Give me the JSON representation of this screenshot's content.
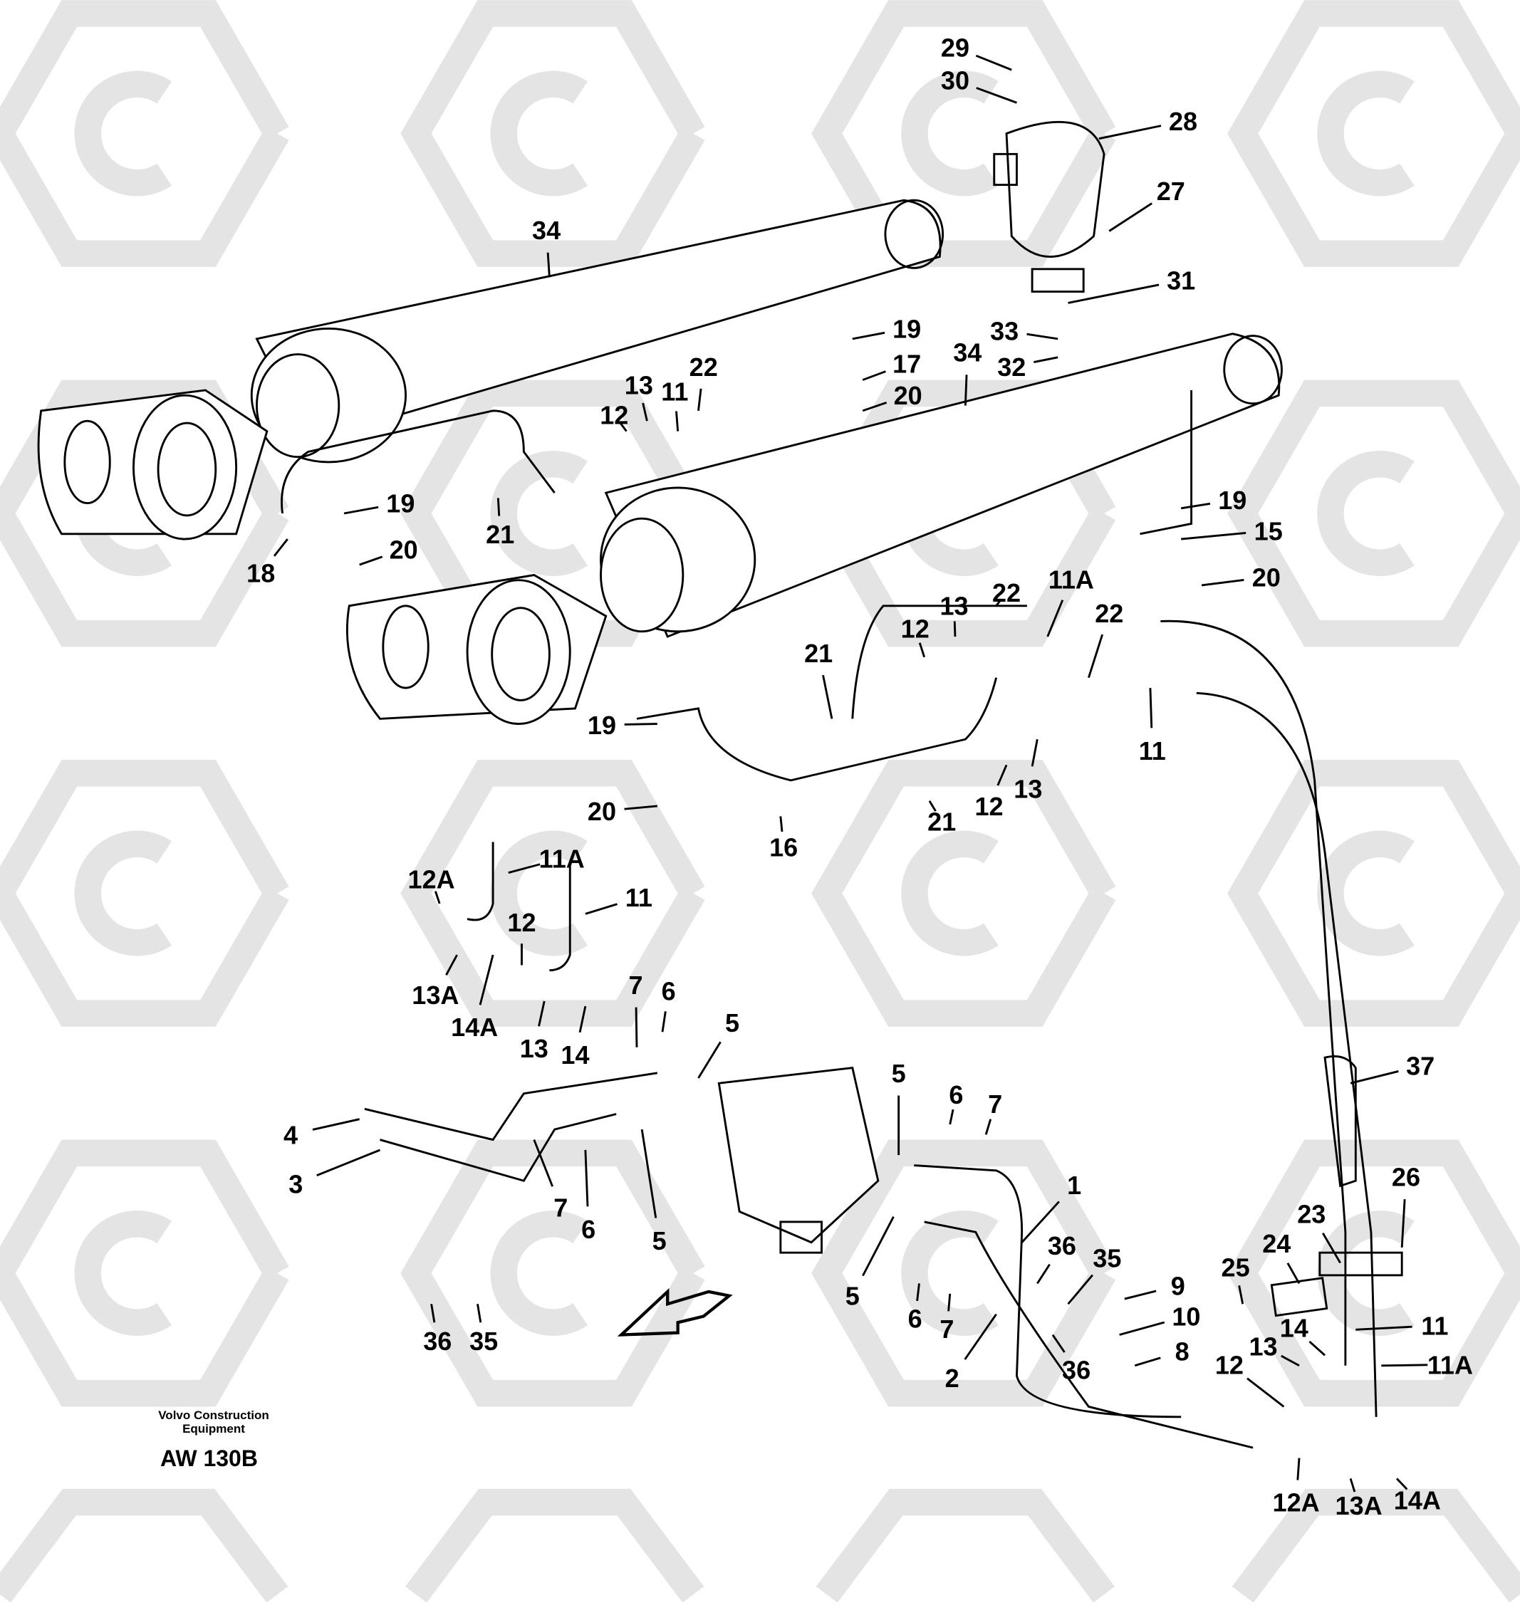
{
  "diagram": {
    "brand_line1": "Volvo Construction",
    "brand_line2": "Equipment",
    "model_code": "AW 130B",
    "callouts": [
      "29",
      "30",
      "28",
      "27",
      "31",
      "33",
      "32",
      "34",
      "34",
      "19",
      "17",
      "20",
      "22",
      "13",
      "11",
      "12",
      "21",
      "19",
      "20",
      "18",
      "19",
      "15",
      "20",
      "13",
      "22",
      "11A",
      "22",
      "12",
      "21",
      "19",
      "20",
      "16",
      "21",
      "12",
      "13",
      "11",
      "12A",
      "11A",
      "11",
      "12",
      "13A",
      "14A",
      "13",
      "14",
      "7",
      "6",
      "5",
      "5",
      "6",
      "7",
      "4",
      "3",
      "7",
      "6",
      "5",
      "1",
      "36",
      "35",
      "9",
      "10",
      "8",
      "36",
      "2",
      "5",
      "6",
      "7",
      "36",
      "35",
      "37",
      "26",
      "23",
      "24",
      "25",
      "11",
      "13",
      "14",
      "12",
      "11A",
      "12A",
      "13A",
      "14A"
    ],
    "colors": {
      "line": "#000000",
      "watermark": "#e4e4e4"
    }
  }
}
